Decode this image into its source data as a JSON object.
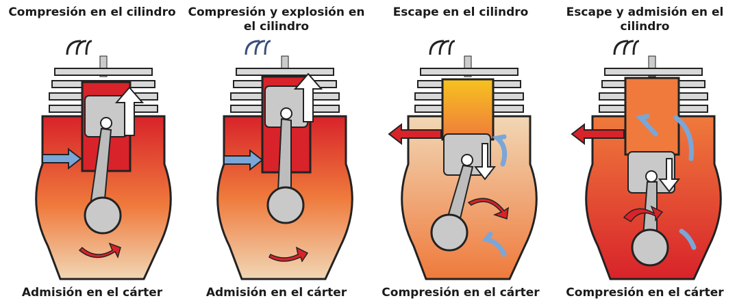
{
  "panels": [
    {
      "title": "Compresión en el cilindro",
      "caption": "Admisión en el cárter"
    },
    {
      "title": "Compresión y explosión en el cilindro",
      "caption": "Admisión en el cárter"
    },
    {
      "title": "Escape en el cilindro",
      "caption": "Compresión en el cárter"
    },
    {
      "title": "Escape y admisión en el cilindro",
      "caption": "Compresión en el cárter"
    }
  ],
  "colors": {
    "hot_red": "#d8232a",
    "warm_orange": "#ef7a3c",
    "fresh_mixture": "#f1d7b5",
    "explosion_yellow": "#f6c21e",
    "metal": "#c9c9c9",
    "outline": "#222222",
    "flow_blue": "#7aa6d8"
  }
}
